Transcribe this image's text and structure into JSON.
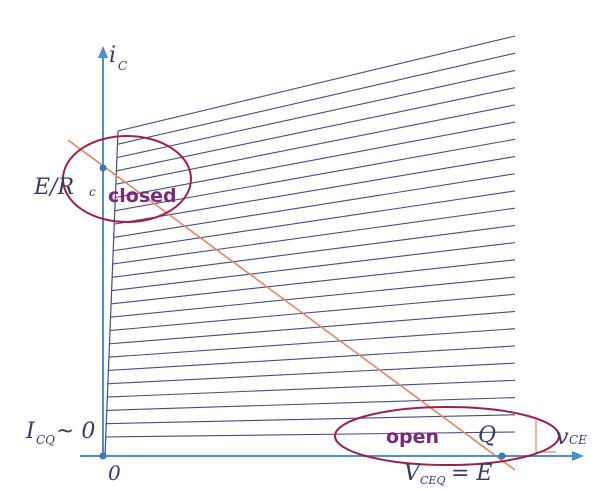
{
  "labels": {
    "y_axis": "i",
    "y_axis_sub": "C",
    "x_axis": "v",
    "x_axis_sub": "CE",
    "origin": "0",
    "e_over_rc": "E/R",
    "e_over_rc_sub": "c",
    "icq": "I",
    "icq_sub": "CQ",
    "icq_tail": "~ 0",
    "q_point": "Q",
    "vceq": "V",
    "vceq_sub": "CEQ",
    "vceq_tail": "= E"
  },
  "annotations": {
    "closed": "closed",
    "open": "open"
  },
  "colors": {
    "axes": "#4a90d9",
    "curves": "#4a4a8a",
    "load_line": "#e8845a",
    "ellipse": "#a0204a",
    "annotation_text": "#7a2a7a",
    "points": "#3a7ab8"
  }
}
